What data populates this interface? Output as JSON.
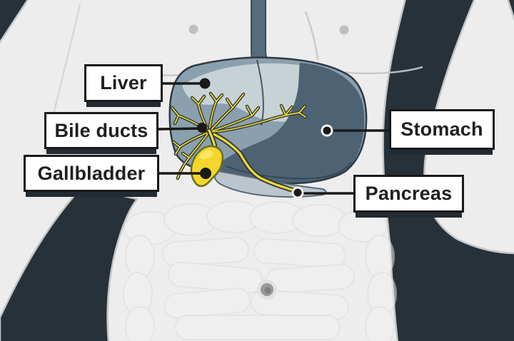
{
  "figure": {
    "type": "anatomy-diagram",
    "subject": "Liver, bile ducts, gallbladder, stomach and pancreas in a human torso",
    "labels": [
      {
        "id": "liver",
        "text": "Liver"
      },
      {
        "id": "bile-ducts",
        "text": "Bile ducts"
      },
      {
        "id": "gallbladder",
        "text": "Gallbladder"
      },
      {
        "id": "stomach",
        "text": "Stomach"
      },
      {
        "id": "pancreas",
        "text": "Pancreas"
      }
    ]
  },
  "colors": {
    "bg-dark": "#273139",
    "body-light": "#ededed",
    "liver-mid": "#8ba0ae",
    "liver-highlight": "#c7d2d7",
    "organ-dark": "#4d6374",
    "outline-dark": "#2e3a44",
    "duct-dark": "#333a2e",
    "duct-yellow": "#ecd93f",
    "gallbladder-yellow": "#f4d62c",
    "pancreas-fill": "#bac5cd",
    "label-bg": "#ffffff",
    "label-border": "#191919",
    "label-text": "#202020",
    "leader-line": "#191919"
  }
}
